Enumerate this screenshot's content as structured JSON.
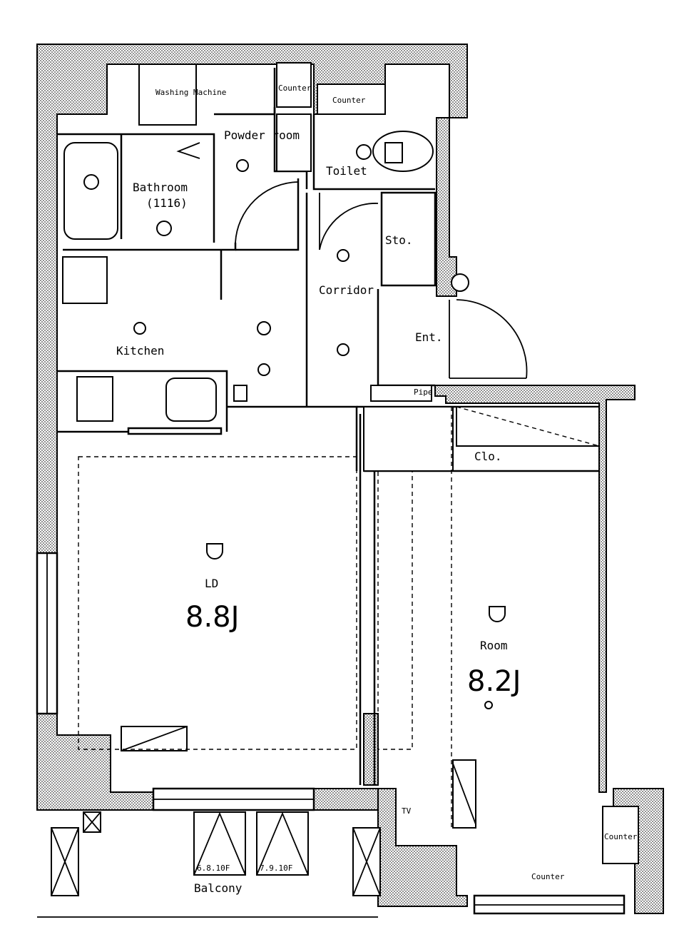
{
  "rooms": {
    "washing_machine": "Washing Machine",
    "counter_top1": "Counter",
    "counter_top2": "Counter",
    "powder_room": "Powder room",
    "bathroom": "Bathroom",
    "bathroom_size": "(1116)",
    "toilet": "Toilet",
    "storage": "Sto.",
    "corridor": "Corridor",
    "entrance": "Ent.",
    "kitchen": "Kitchen",
    "closet": "Clo.",
    "ld": "LD",
    "ld_size": "8.8J",
    "room": "Room",
    "room_size": "8.2J",
    "balcony": "Balcony",
    "counter_right": "Counter",
    "counter_bottom": "Counter",
    "outdoor_unit1": "6.8.10F",
    "outdoor_unit2": "7.9.10F",
    "pipe_label": "Pipe",
    "tv_label": "TV"
  }
}
